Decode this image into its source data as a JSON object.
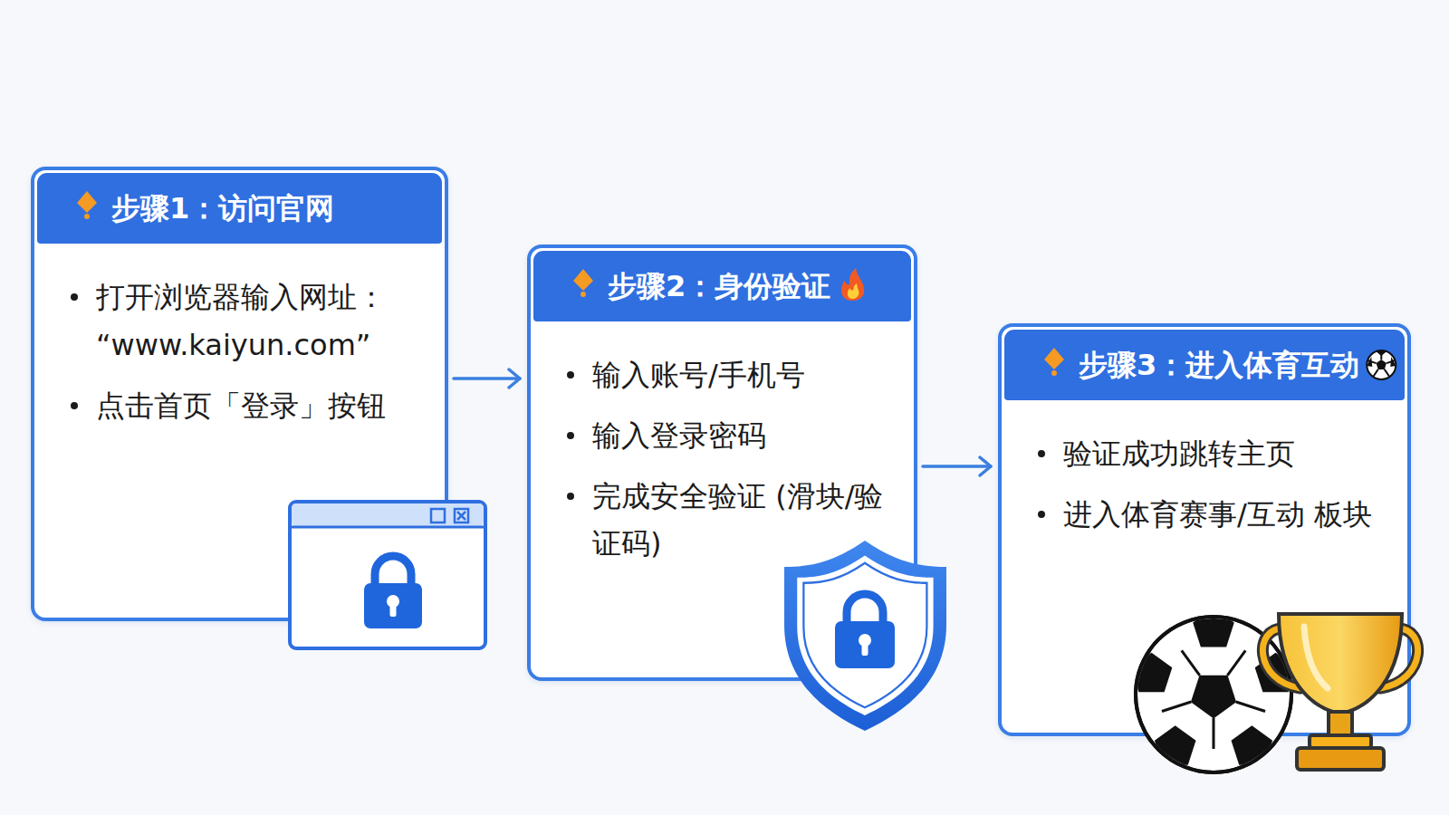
{
  "diagram": {
    "nodes": [
      {
        "text": [
          "步骤1：访问官网",
          "打开浏览器输入网址： “www.kaiyun.com”",
          "点击首页「登录」按钮"
        ]
      },
      {
        "text": [
          "步骤2：身份验证",
          "输入账号/手机号",
          "输入登录密码",
          "完成安全验证 (滑块/验证码)"
        ]
      },
      {
        "text": [
          "步骤3：进入体育互动",
          "验证成功跳转主页",
          "进入体育赛事/互动 板块"
        ]
      }
    ],
    "edges": [
      {
        "from": 0,
        "to": 1,
        "arrow": "to"
      },
      {
        "from": 1,
        "to": 2,
        "arrow": "to"
      }
    ]
  }
}
